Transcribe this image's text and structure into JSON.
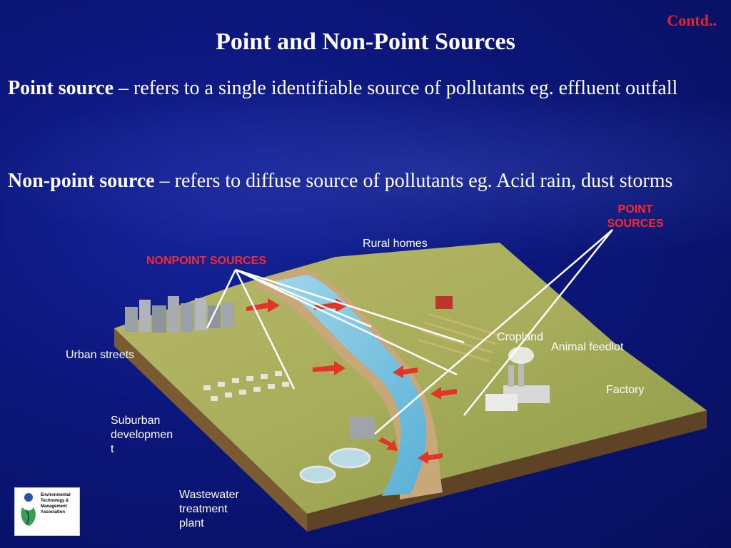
{
  "header": {
    "contd": "Contd..",
    "title": "Point and Non-Point Sources"
  },
  "definitions": {
    "point": {
      "term": "Point source",
      "text": " – refers to a single identifiable source of  pollutants eg. effluent outfall"
    },
    "nonpoint": {
      "term": "Non-point source",
      "text": " – refers to diffuse source of pollutants eg. Acid rain, dust storms"
    }
  },
  "diagram": {
    "point_sources_line1": "POINT",
    "point_sources_line2": "SOURCES",
    "nonpoint_sources": "NONPOINT SOURCES",
    "rural_homes": "Rural homes",
    "cropland": "Cropland",
    "animal_feedlot": "Animal feedlot",
    "factory": "Factory",
    "urban_streets": "Urban streets",
    "suburban_line1": "Suburban",
    "suburban_line2": "developmen",
    "suburban_line3": "t",
    "wastewater_line1": "Wastewater",
    "wastewater_line2": "treatment",
    "wastewater_line3": "plant"
  },
  "logo": {
    "line1": "Environmental",
    "line2": "Technology &",
    "line3": "Management",
    "line4": "Association"
  },
  "colors": {
    "background": "#0b167a",
    "accent_red": "#e8242a",
    "text": "#ffffff"
  }
}
